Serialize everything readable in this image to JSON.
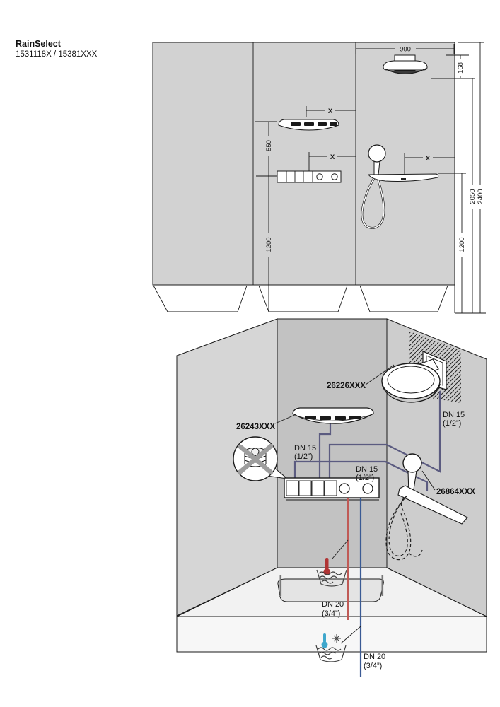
{
  "header": {
    "title": "RainSelect",
    "codes": "1531118X / 15381XXX"
  },
  "top_diagram": {
    "dims": {
      "w900": "900",
      "h168": "168",
      "h550": "550",
      "l1200": "1200",
      "r1200": "1200",
      "h2050": "2050",
      "h2400": "2400",
      "x_shoulder": "X",
      "x_panel": "X",
      "x_shelf": "X"
    }
  },
  "bottom_diagram": {
    "codes": {
      "overhead": "26226XXX",
      "shoulder": "26243XXX",
      "porter": "26864XXX"
    },
    "pipes": {
      "dn15": "DN 15",
      "dn15_size": "(1/2”)",
      "dn20": "DN 20",
      "dn20_size": "(3/4”)"
    }
  },
  "colors": {
    "wall": "#d2d2d2",
    "wall_back": "#c2c2c2",
    "wall_left": "#d6d6d6",
    "wall_right": "#cdcdcd",
    "deck": "#f2f2f2",
    "tub_hole": "#e4e4e4",
    "pipe": "#5b5b80",
    "hot_pipe": "#c05a56",
    "cold_pipe": "#3a5a94",
    "hot": "#b03434",
    "cold": "#3fa7cc",
    "cross": "#9d9d9d",
    "line": "#1a1a1a"
  }
}
